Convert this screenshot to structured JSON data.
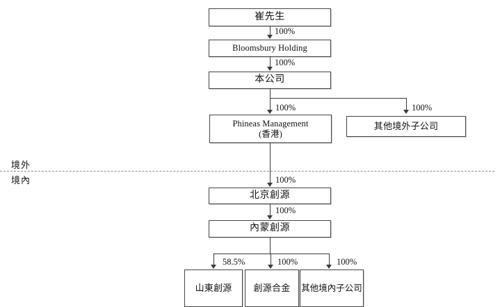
{
  "diagram": {
    "title": "Corporate shareholding structure chart",
    "boundary": {
      "offshore_label": "境外",
      "onshore_label": "境內"
    },
    "nodes": {
      "cui": "崔先生",
      "bloomsbury": "Bloomsbury Holding",
      "company": "本公司",
      "phineas": "Phineas Management\n(香港)",
      "other_offshore": "其他境外子公司",
      "beijing": "北京創源",
      "neimeng": "內蒙創源",
      "shandong": "山東創源",
      "alloy": "創源合金",
      "other_onshore": "其他境內子公司"
    },
    "percentages": {
      "cui_to_bloomsbury": "100%",
      "bloomsbury_to_company": "100%",
      "company_to_phineas": "100%",
      "company_to_other_offshore": "100%",
      "phineas_to_beijing": "100%",
      "beijing_to_neimeng": "100%",
      "neimeng_to_shandong": "58.5%",
      "neimeng_to_alloy": "100%",
      "neimeng_to_other_onshore": "100%"
    }
  }
}
